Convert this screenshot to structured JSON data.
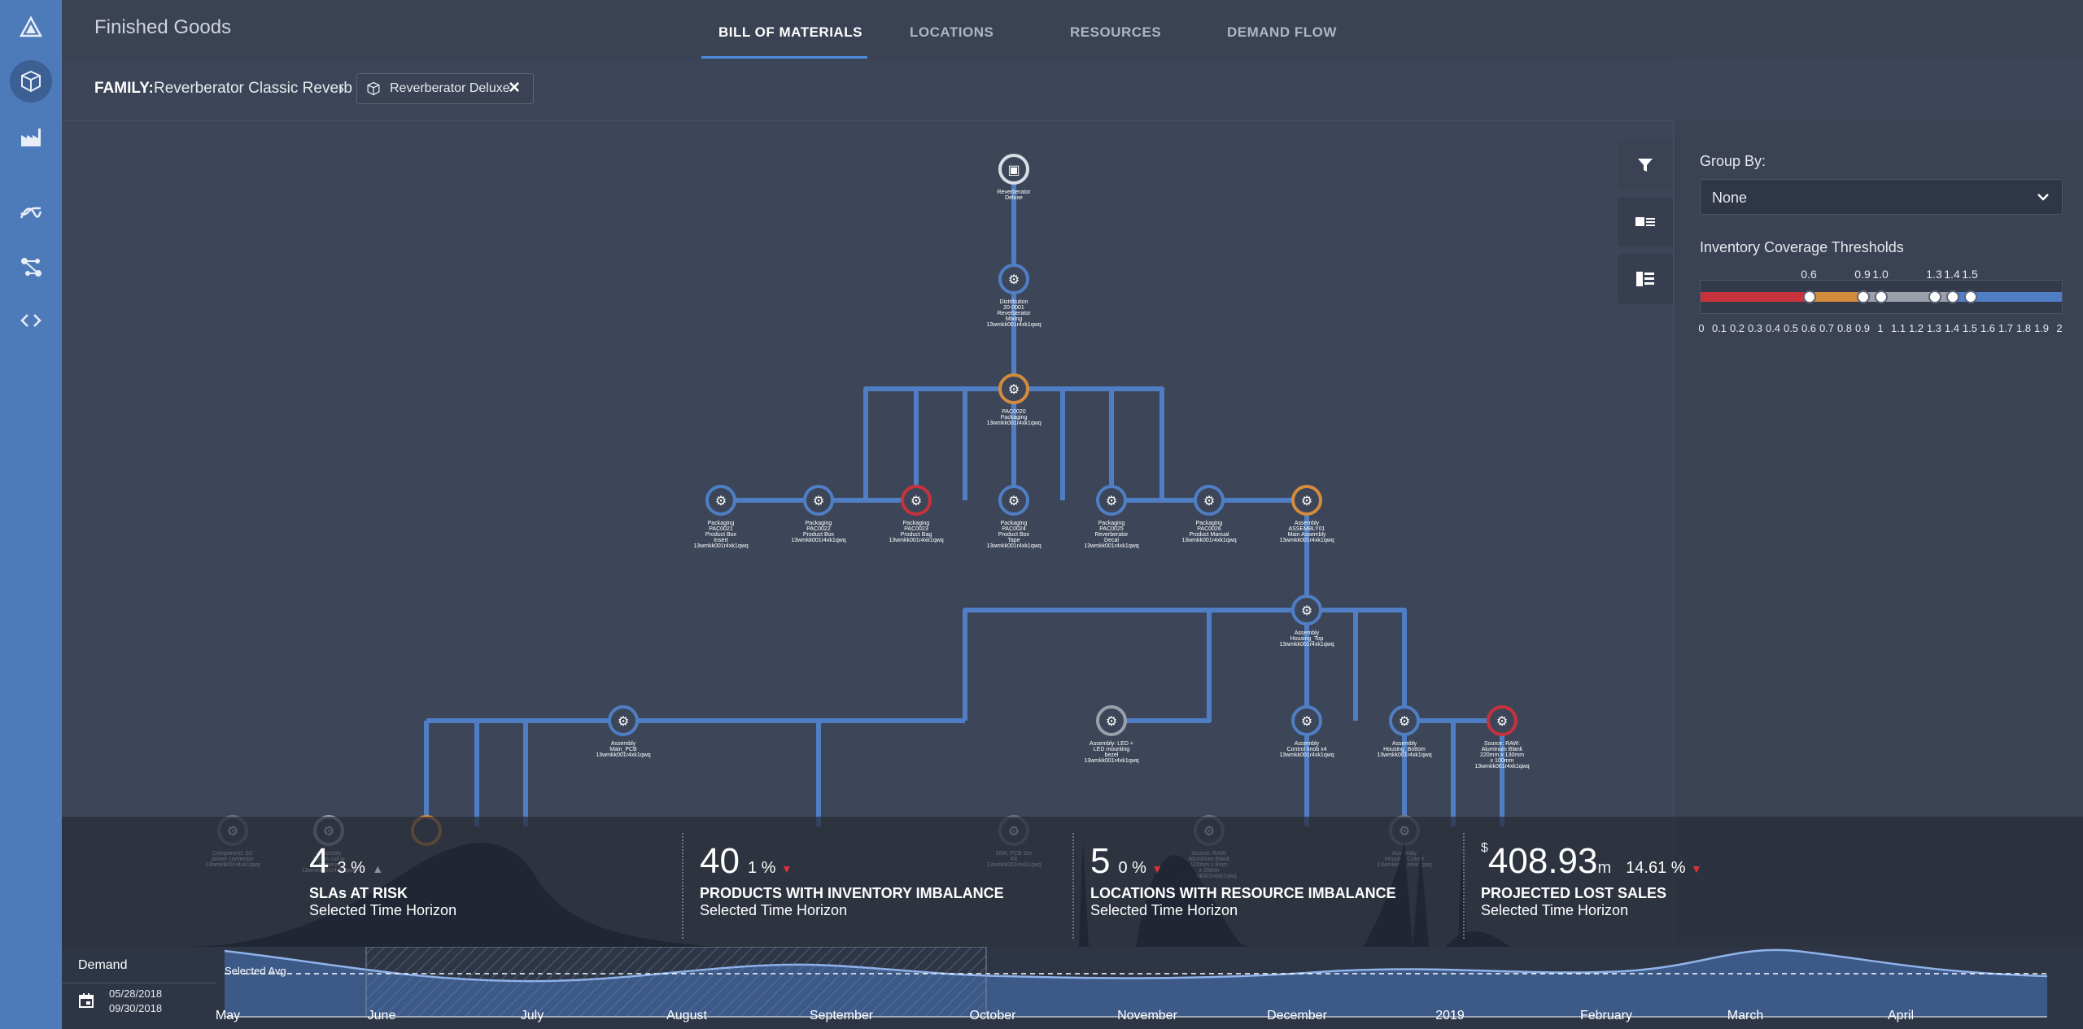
{
  "app": {
    "title": "Finished Goods"
  },
  "tabs": [
    {
      "label": "BILL OF MATERIALS",
      "active": true
    },
    {
      "label": "LOCATIONS",
      "active": false
    },
    {
      "label": "RESOURCES",
      "active": false
    },
    {
      "label": "DEMAND FLOW",
      "active": false
    }
  ],
  "rail": {
    "items": [
      "logo-icon",
      "cube-icon",
      "factory-icon",
      "demand-flow-icon",
      "network-icon",
      "code-icon"
    ]
  },
  "breadcrumb": {
    "family_label": "FAMILY:",
    "family_value": "Reverberator Classic Reverb",
    "chip_label": "Reverberator Deluxe"
  },
  "right_panel": {
    "group_by_label": "Group By:",
    "group_by_value": "None",
    "thresholds_label": "Inventory Coverage Thresholds",
    "handle_labels": [
      "0.6",
      "0.9",
      "1.0",
      "1.3",
      "1.4",
      "1.5"
    ],
    "ticks": [
      "0",
      "0.1",
      "0.2",
      "0.3",
      "0.4",
      "0.5",
      "0.6",
      "0.7",
      "0.8",
      "0.9",
      "1",
      "1.1",
      "1.2",
      "1.3",
      "1.4",
      "1.5",
      "1.6",
      "1.7",
      "1.8",
      "1.9",
      "2"
    ],
    "handle_values": [
      0.6,
      0.9,
      1.0,
      1.3,
      1.4,
      1.5
    ],
    "colors": {
      "red": "#c8323c",
      "orange": "#d28c3c",
      "gray": "#9aa0aa",
      "blue": "#4f7ec4"
    }
  },
  "kpis": [
    {
      "value": "4",
      "pct": "3 %",
      "title": "SLAs AT RISK",
      "sub": "Selected Time Horizon"
    },
    {
      "value": "40",
      "pct": "1 %",
      "title": "PRODUCTS WITH INVENTORY IMBALANCE",
      "sub": "Selected Time Horizon"
    },
    {
      "value": "5",
      "pct": "0 %",
      "title": "LOCATIONS WITH RESOURCE IMBALANCE",
      "sub": "Selected Time Horizon"
    },
    {
      "value_prefix": "$",
      "value": "408.93",
      "value_suffix": "m",
      "pct": "14.61 %",
      "title": "PROJECTED LOST SALES",
      "sub": "Selected Time Horizon"
    }
  ],
  "timeline": {
    "label": "Demand",
    "date_from": "05/28/2018",
    "date_to": "09/30/2018",
    "selected_avg": "Selected Avg",
    "months": [
      "May",
      "June",
      "July",
      "August",
      "September",
      "October",
      "November",
      "December",
      "2019",
      "February",
      "March",
      "April"
    ]
  },
  "nodes": {
    "root": [
      "Reverberator",
      "Deluxe"
    ],
    "distribution": [
      "Distribution",
      "20-0001",
      "Reverberator",
      "Mixing",
      "13wmkk001r4xk1qwq"
    ],
    "packaging_main": [
      "PAC0020",
      "Packaging",
      "13wmkk001r4xk1qwq"
    ],
    "row3": [
      [
        "Packaging",
        "PAC0021",
        "Product Box",
        "Insert",
        "13wmkk001r4xk1qwq"
      ],
      [
        "Packaging",
        "PAC0022",
        "Product Box",
        "13wmkk001r4xk1qwq"
      ],
      [
        "Packaging",
        "PAC0023",
        "Product Bag",
        "13wmkk001r4xk1qwq"
      ],
      [
        "Packaging",
        "PAC0024",
        "Product Box",
        "Tape",
        "13wmkk001r4xk1qwq"
      ],
      [
        "Packaging",
        "PAC0025",
        "Reverberator",
        "Decal",
        "13wmkk001r4xk1qwq"
      ],
      [
        "Packaging",
        "PAC0026",
        "Product Manual",
        "13wmkk001r4xk1qwq"
      ],
      [
        "Assembly",
        "ASSEMBLY01",
        "Main Assembly",
        "13wmkk001r4xk1qwq"
      ]
    ],
    "housing_top": [
      "Assembly",
      "Housing_Top",
      "13wmkk001r4xk1qwq"
    ],
    "row5": [
      [
        "Assembly",
        "Main_PCB",
        "13wmkk001r4xk1qwq"
      ],
      [
        "Assembly: LED +",
        "LED mounting",
        "bezel",
        "13wmkk001r4xk1qwq"
      ],
      [
        "Assembly",
        "Control knob x4",
        "13wmkk001r4xk1qwq"
      ],
      [
        "Assembly",
        "Housing_Bottom",
        "13wmkk001r4xk1qwq"
      ],
      [
        "Source: RAW:",
        "Aluminum Blank",
        "220mm x 130mm",
        "x 100mm",
        "13wmkk001r4xk1qwq"
      ]
    ],
    "row6_partial": [
      [
        "Component: SC",
        "power connector",
        "13wmkk001r4xk1qwq"
      ],
      [
        "Assembly",
        "20mm coil w",
        "harness",
        "13wmkk001r4xk1qwq"
      ],
      [
        "18W, PCB Ser",
        "Kit",
        "13wmkk001r4xk1qwq"
      ],
      [
        "Source: RAW:",
        "Aluminum Blank",
        "120mm x 8mm",
        "x 20mm",
        "13wmkk001r4xk1qwq"
      ],
      [
        "Assembly",
        "Housing Cutout",
        "13wmkk001r4xk1qwq"
      ]
    ]
  }
}
